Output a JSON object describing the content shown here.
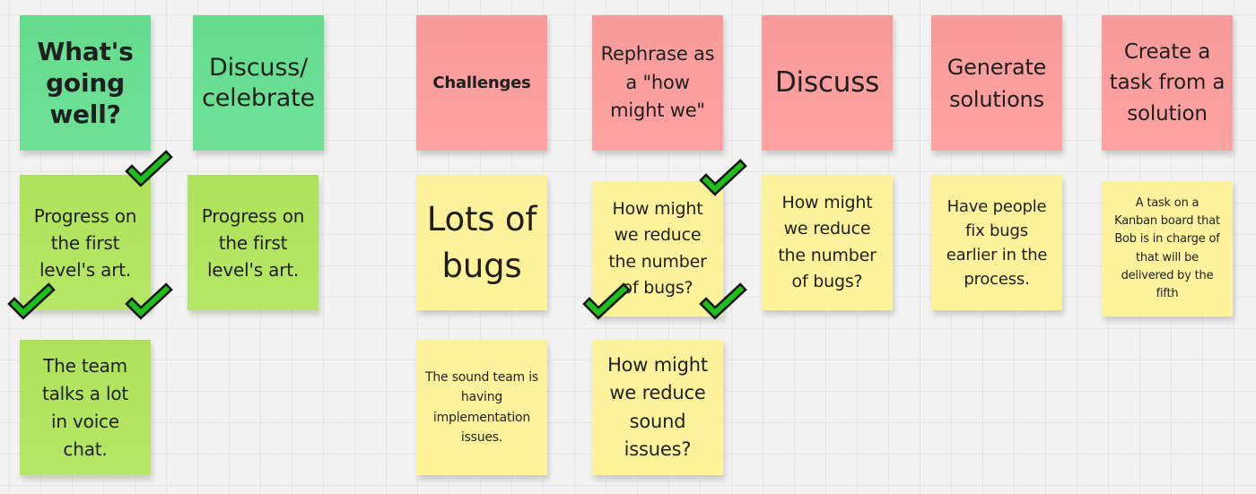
{
  "board": {
    "grid": true,
    "colors": {
      "green": "#66dc8e",
      "lime": "#b2e45f",
      "pink": "#fb9e9e",
      "yellow": "#fdf29b",
      "checkmark": "#1dbf1d"
    },
    "stickies": {
      "going_well_header": "What's going well?",
      "discuss_celebrate_header": "Discuss/ celebrate",
      "progress_art_1": "Progress on the first level's art.",
      "progress_art_2": "Progress on the first level's art.",
      "team_voice_chat": "The team talks a lot in voice chat.",
      "challenges_header": "Challenges",
      "rephrase_header": "Rephrase as a \"how might we\"",
      "discuss_header": "Discuss",
      "generate_header": "Generate solutions",
      "create_task_header": "Create a task from a solution",
      "lots_of_bugs": "Lots of bugs",
      "hmw_bugs_1": "How might we reduce the number of bugs?",
      "hmw_bugs_2": "How might we reduce the number of bugs?",
      "fix_bugs_earlier": "Have people fix bugs earlier in the process.",
      "kanban_task": "A task on a Kanban board that Bob is in charge of that will be delivered by the fifth",
      "sound_team_issues": "The sound team is having implementation issues.",
      "hmw_sound": "How might we reduce sound issues?"
    },
    "vote_marks": {
      "progress_art_1": 3,
      "hmw_bugs_1": 3
    }
  }
}
